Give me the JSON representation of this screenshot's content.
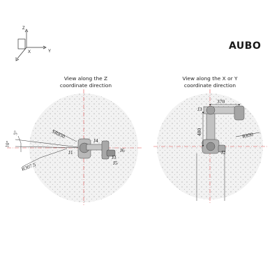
{
  "brand": "AUBO",
  "axes_icon": {
    "z": "Z",
    "x": "X",
    "y": "Y"
  },
  "left_view": {
    "caption_line1": "View along the Z",
    "caption_line2": "coordinate direction",
    "sr_label": "SR850",
    "angle_small": "5°",
    "angle_large": "10°",
    "radius_label": "R307.5",
    "joints": {
      "j1": "J1",
      "j4": "J4",
      "j5": "J5",
      "j6": "J6",
      "j3": "J3"
    }
  },
  "right_view": {
    "caption_line1": "View along the X or Y",
    "caption_line2": "coordinate direction",
    "dim_horizontal": "370",
    "dim_vertical": "480",
    "radius_label": "R850",
    "joints": {
      "j3": "J3",
      "j2": "J2"
    }
  }
}
